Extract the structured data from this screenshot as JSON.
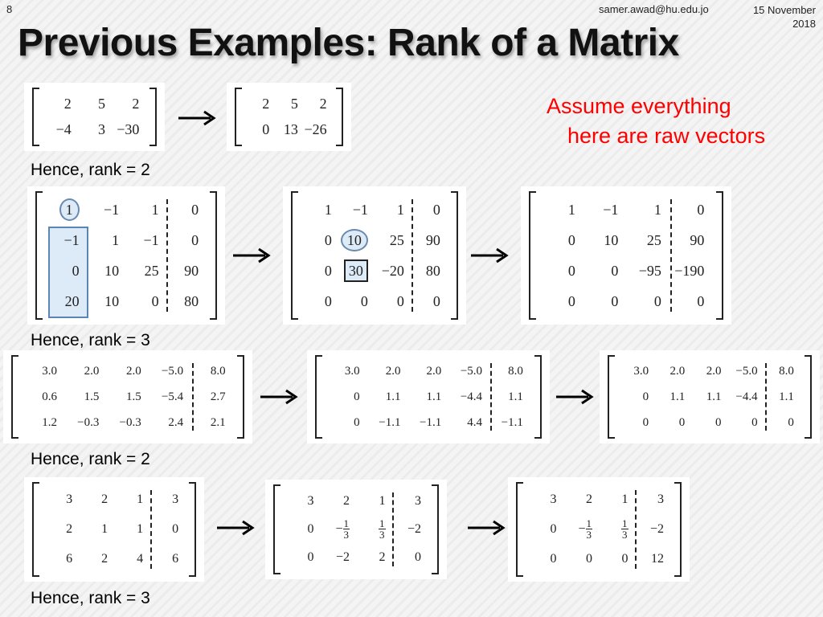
{
  "header": {
    "slide_number": "8",
    "email": "samer.awad@hu.edu.jo",
    "date": "15 November 2018"
  },
  "title": "Previous Examples: Rank of a Matrix",
  "note": {
    "line1": "Assume everything",
    "line2": "here are raw vectors"
  },
  "conclusions": [
    "Hence, rank = 2",
    "Hence, rank = 3",
    "Hence, rank = 2",
    "Hence, rank = 3"
  ],
  "examples": [
    {
      "matrices": [
        [
          [
            "2",
            "5",
            "2"
          ],
          [
            "−4",
            "3",
            "−30"
          ]
        ],
        [
          [
            "2",
            "5",
            "2"
          ],
          [
            "0",
            "13",
            "−26"
          ]
        ]
      ]
    },
    {
      "matrices": [
        [
          [
            "1",
            "−1",
            "1",
            "0"
          ],
          [
            "−1",
            "1",
            "−1",
            "0"
          ],
          [
            "0",
            "10",
            "25",
            "90"
          ],
          [
            "20",
            "10",
            "0",
            "80"
          ]
        ],
        [
          [
            "1",
            "−1",
            "1",
            "0"
          ],
          [
            "0",
            "10",
            "25",
            "90"
          ],
          [
            "0",
            "30",
            "−20",
            "80"
          ],
          [
            "0",
            "0",
            "0",
            "0"
          ]
        ],
        [
          [
            "1",
            "−1",
            "1",
            "0"
          ],
          [
            "0",
            "10",
            "25",
            "90"
          ],
          [
            "0",
            "0",
            "−95",
            "−190"
          ],
          [
            "0",
            "0",
            "0",
            "0"
          ]
        ]
      ]
    },
    {
      "matrices": [
        [
          [
            "3.0",
            "2.0",
            "2.0",
            "−5.0",
            "8.0"
          ],
          [
            "0.6",
            "1.5",
            "1.5",
            "−5.4",
            "2.7"
          ],
          [
            "1.2",
            "−0.3",
            "−0.3",
            "2.4",
            "2.1"
          ]
        ],
        [
          [
            "3.0",
            "2.0",
            "2.0",
            "−5.0",
            "8.0"
          ],
          [
            "0",
            "1.1",
            "1.1",
            "−4.4",
            "1.1"
          ],
          [
            "0",
            "−1.1",
            "−1.1",
            "4.4",
            "−1.1"
          ]
        ],
        [
          [
            "3.0",
            "2.0",
            "2.0",
            "−5.0",
            "8.0"
          ],
          [
            "0",
            "1.1",
            "1.1",
            "−4.4",
            "1.1"
          ],
          [
            "0",
            "0",
            "0",
            "0",
            "0"
          ]
        ]
      ]
    },
    {
      "matrices": [
        [
          [
            "3",
            "2",
            "1",
            "3"
          ],
          [
            "2",
            "1",
            "1",
            "0"
          ],
          [
            "6",
            "2",
            "4",
            "6"
          ]
        ],
        [
          [
            "3",
            "2",
            "1",
            "3"
          ],
          [
            "0",
            "−1/3",
            "1/3",
            "−2"
          ],
          [
            "0",
            "−2",
            "2",
            "0"
          ]
        ],
        [
          [
            "3",
            "2",
            "1",
            "3"
          ],
          [
            "0",
            "−1/3",
            "1/3",
            "−2"
          ],
          [
            "0",
            "0",
            "0",
            "12"
          ]
        ]
      ]
    }
  ]
}
